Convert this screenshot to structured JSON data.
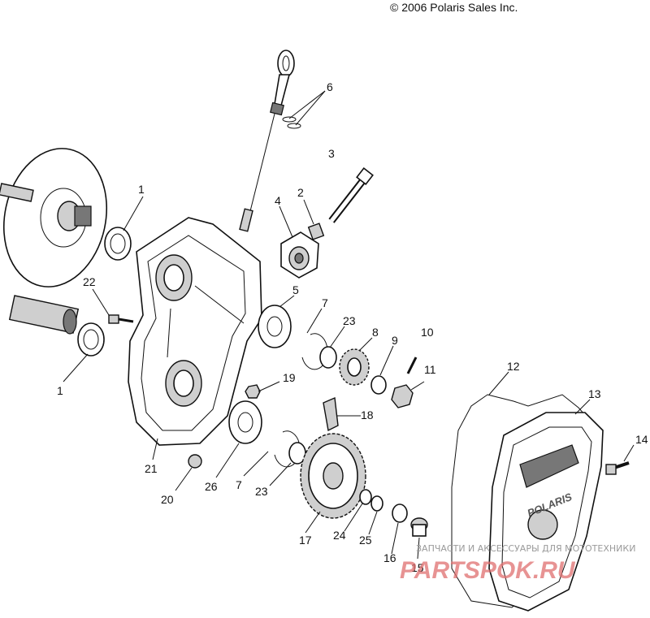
{
  "copyright": "© 2006 Polaris Sales Inc.",
  "watermark": {
    "line1": "ЗАПЧАСТИ И АКСЕССУАРЫ ДЛЯ МОТОТЕХНИКИ",
    "line2": "PARTSPOK.RU"
  },
  "callouts": {
    "c1a": "1",
    "c1b": "1",
    "c2": "2",
    "c3": "3",
    "c4": "4",
    "c5": "5",
    "c6": "6",
    "c7a": "7",
    "c7b": "7",
    "c8": "8",
    "c9": "9",
    "c10": "10",
    "c11": "11",
    "c12": "12",
    "c13": "13",
    "c14": "14",
    "c15": "15",
    "c16": "16",
    "c17": "17",
    "c18": "18",
    "c19": "19",
    "c20": "20",
    "c21": "21",
    "c22": "22",
    "c23a": "23",
    "c23b": "23",
    "c24": "24",
    "c25": "25",
    "c26": "26"
  },
  "cover_logo": "POLARIS"
}
